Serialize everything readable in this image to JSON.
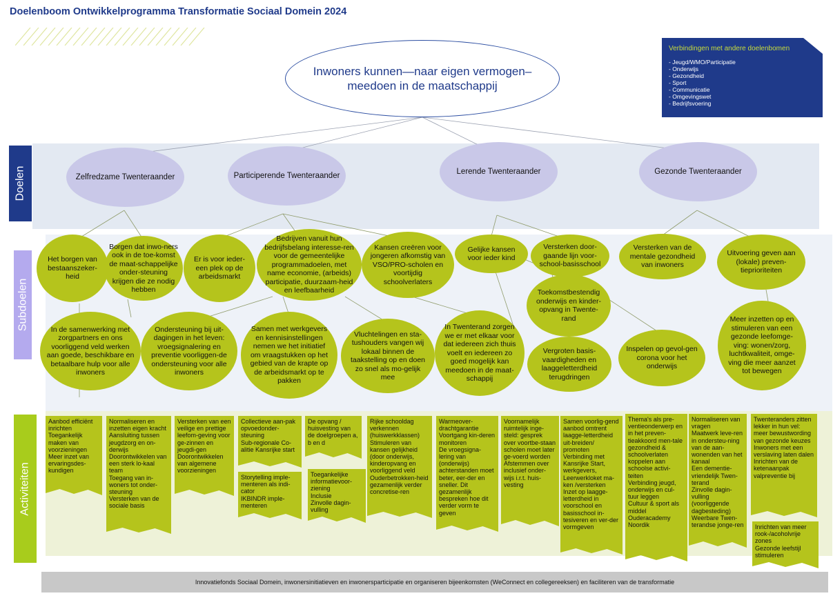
{
  "title": "Doelenboom Ontwikkelprogramma Transformatie Sociaal Domein 2024",
  "main_goal": "Inwoners kunnen—naar eigen vermogen–meedoen in de maatschappij",
  "verbindingen": {
    "title": "Verbindingen met andere doelenbomen",
    "items": [
      "- Jeugd/WMO/Participatie",
      "- Onderwijs",
      "- Gezondheid",
      "- Sport",
      "- Communicatie",
      "- Omgevingswet",
      "- Bedrijfsvoering"
    ]
  },
  "section_labels": {
    "doelen": "Doelen",
    "subdoelen": "Subdoelen",
    "activiteiten": "Activiteiten"
  },
  "colors": {
    "navy": "#1f3a8a",
    "lavender": "#c9c8e8",
    "lime": "#b5c41c",
    "activity_band": "#a8cc1c"
  },
  "doelen": [
    "Zelfredzame Twenteraander",
    "Participerende Twenteraander",
    "Lerende Twenteraander",
    "Gezonde Twenteraander"
  ],
  "subdoelen": [
    "Het borgen van bestaanszeker-heid",
    "Borgen dat inwo-ners ook in de toe-komst de maat-schappelijke onder-steuning krijgen die ze nodig hebben",
    "Er is voor ieder-een plek op de arbeidsmarkt",
    "Bedrijven vanuit hun bedrijfsbelang interesse-ren voor de gemeentelijke programmadoelen, met name economie, (arbeids) participatie, duurzaam-heid en leefbaarheid",
    "Kansen creëren voor jongeren afkomstig van VSO/PRO-scholen en voortijdig schoolverlaters",
    "Gelijke kansen voor ieder kind",
    "Versterken door-gaande lijn voor-school-basisschool",
    "Versterken van de mentale gezondheid van inwoners",
    "Uitvoering geven aan (lokale) preven-tieprioriteiten",
    "In de samenwerking met zorgpartners en ons voorliggend veld werken aan goede, beschikbare en betaalbare hulp voor alle inwoners",
    "Ondersteuning bij uit-dagingen in het leven: vroegsignalering en preventie voorliggen-de ondersteuning voor alle inwoners",
    "Samen met werkgevers en kennisinstellingen nemen we het initiatief om vraagstukken op het gebied van de krapte op de arbeidsmarkt op te pakken",
    "Vluchtelingen en sta-tushouders vangen wij lokaal binnen de taakstelling op en doen zo snel als mo-gelijk mee",
    "In Twenterand zorgen we er met elkaar voor dat iedereen zich thuis voelt en iedereen zo goed mogelijk kan meedoen in de maat-schappij",
    "Toekomstbestendig onderwijs en kinder-opvang in Twente-rand",
    "Vergroten basis-vaardigheden en laaggeletterdheid terugdringen",
    "Inspelen op gevol-gen corona voor het onderwijs",
    "Meer inzetten op en stimuleren van een gezonde leefomge-ving: wonen/zorg, luchtkwaliteit, omge-ving die meer aanzet tot bewegen"
  ],
  "activiteiten": [
    "Aanbod efficiënt inrichten\nToegankelijk maken van voorzieningen\nMeer inzet van ervaringsdes-kundigen",
    "Normaliseren en inzetten eigen kracht\nAansluiting tussen jeugdzorg en on-derwijs\nDoorontwikkelen van een sterk lo-kaal team\nToegang van in-woners tot onder-steuning\nVersterken van de sociale basis",
    "Versterken van een veilige en prettige leefom-geving voor ge-zinnen en jeugdi-gen\nDoorontwikkelen van algemene voorzieningen",
    "Collectieve aan-pak opvoedonder-steuning\nSub-regionale Co-alitie Kansrijke start",
    "Storytelling imple-menteren als indi-cator\nIKBINDR imple-menteren",
    "De opvang / huisvesting van de doelgroepen a, b en d",
    "Toegankelijke informatievoor-ziening\nInclusie\nZinvolle dagin-vulling",
    "Rijke schooldag verkennen (huiswerkklassen)\nStimuleren van kansen gelijkheid (door onderwijs, kinderopvang en voorliggend veld\nOuderbetrokken-heid gezamenlijk verder concretise-ren",
    "Warmeover-drachtgarantie\nVoortgang kin-deren monitoren\nDe vroegsigna-lering van (onderwijs) achterstanden moet beter, eer-der en sneller. Dit gezamenlijk bespreken hoe dit verder vorm te geven",
    "Voornamelijk ruimtelijk inge-steld: gesprek over voortbe-staan scholen moet later ge-voerd worden\nAfstemmen over inclusief onder-wijs i.r.t. huis-vesting",
    "Samen voorlig-gend aanbod omtrent laagge-letterdheid uit-breiden/ promoten\nVerbinding met Kansrijke Start, werkgevers, Leerwerkloket ma-ken /versterken\nInzet op laagge-letterdheid in voorschool en basisschool in-tesiveren en ver-der vormgeven",
    "Thema's als pre-ventieonderwerp en in het preven-tieakkoord men-tale gezondheid & schoolverlaten koppelen aan schoolse activi-teiten\nVerbinding jeugd, onderwijs en cul-tuur leggen\nCultuur & sport als middel\nOuderacademy Noordik",
    "Normaliseren van vragen\nMaatwerk leve-ren in ondersteu-ning van de aan-wonenden van het kanaal\nEen dementie-vriendelijk Twen-terand\nZinvolle dagin-vulling (voorliggende dagbesteding)\nWeerbare Twen-terandse jonge-ren",
    "Twenteranders zitten lekker in hun vel: meer bewustwording van gezonde keuzes\nInwoners met een verslaving laten dalen\nInrichten van de ketenaanpak valpreventie bij",
    "Inrichten van meer rook-/acoholvrije zones\nGezonde leefstijl stimuleren"
  ],
  "footer": "Innovatiefonds Sociaal Domein, inwonersinitiatieven en inwonersparticipatie en organiseren bijeenkomsten (WeConnect en collegereeksen) en faciliteren van de transformatie"
}
